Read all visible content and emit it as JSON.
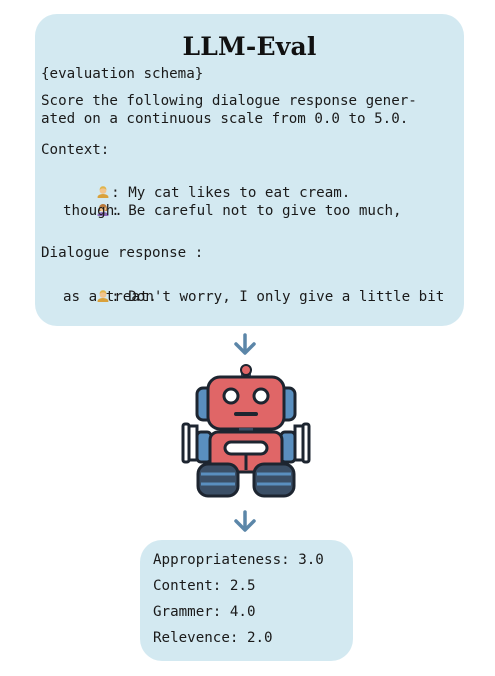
{
  "prompt_card": {
    "title": "LLM-Eval",
    "schema_label": "{evaluation schema}",
    "instruction_line1": "Score the following dialogue response gener-",
    "instruction_line2": "ated on a continuous scale from 0.0 to 5.0.",
    "context_label": "Context:",
    "context_turn1": ": My cat likes to eat cream.",
    "context_turn2_line1": ": Be careful not to give too much,",
    "context_turn2_line2": "though.",
    "response_label": "Dialogue response :",
    "response_line1": ": Don't worry, I only give a little bit",
    "response_line2": "as a treat."
  },
  "icons": {
    "speaker_a": "man-avatar-icon",
    "speaker_b": "woman-avatar-icon",
    "model": "robot-icon",
    "flow": "arrow-down-icon"
  },
  "scores": {
    "appropriateness": "Appropriateness: 3.0",
    "content": "Content: 2.5",
    "grammar": "Grammer: 4.0",
    "relevance": "Relevence: 2.0"
  },
  "colors": {
    "card_bg": "#d3e9f1",
    "arrow": "#5b86a8",
    "robot_body": "#e06667",
    "robot_dark": "#3b4f66",
    "robot_accent": "#5a8fbf"
  }
}
